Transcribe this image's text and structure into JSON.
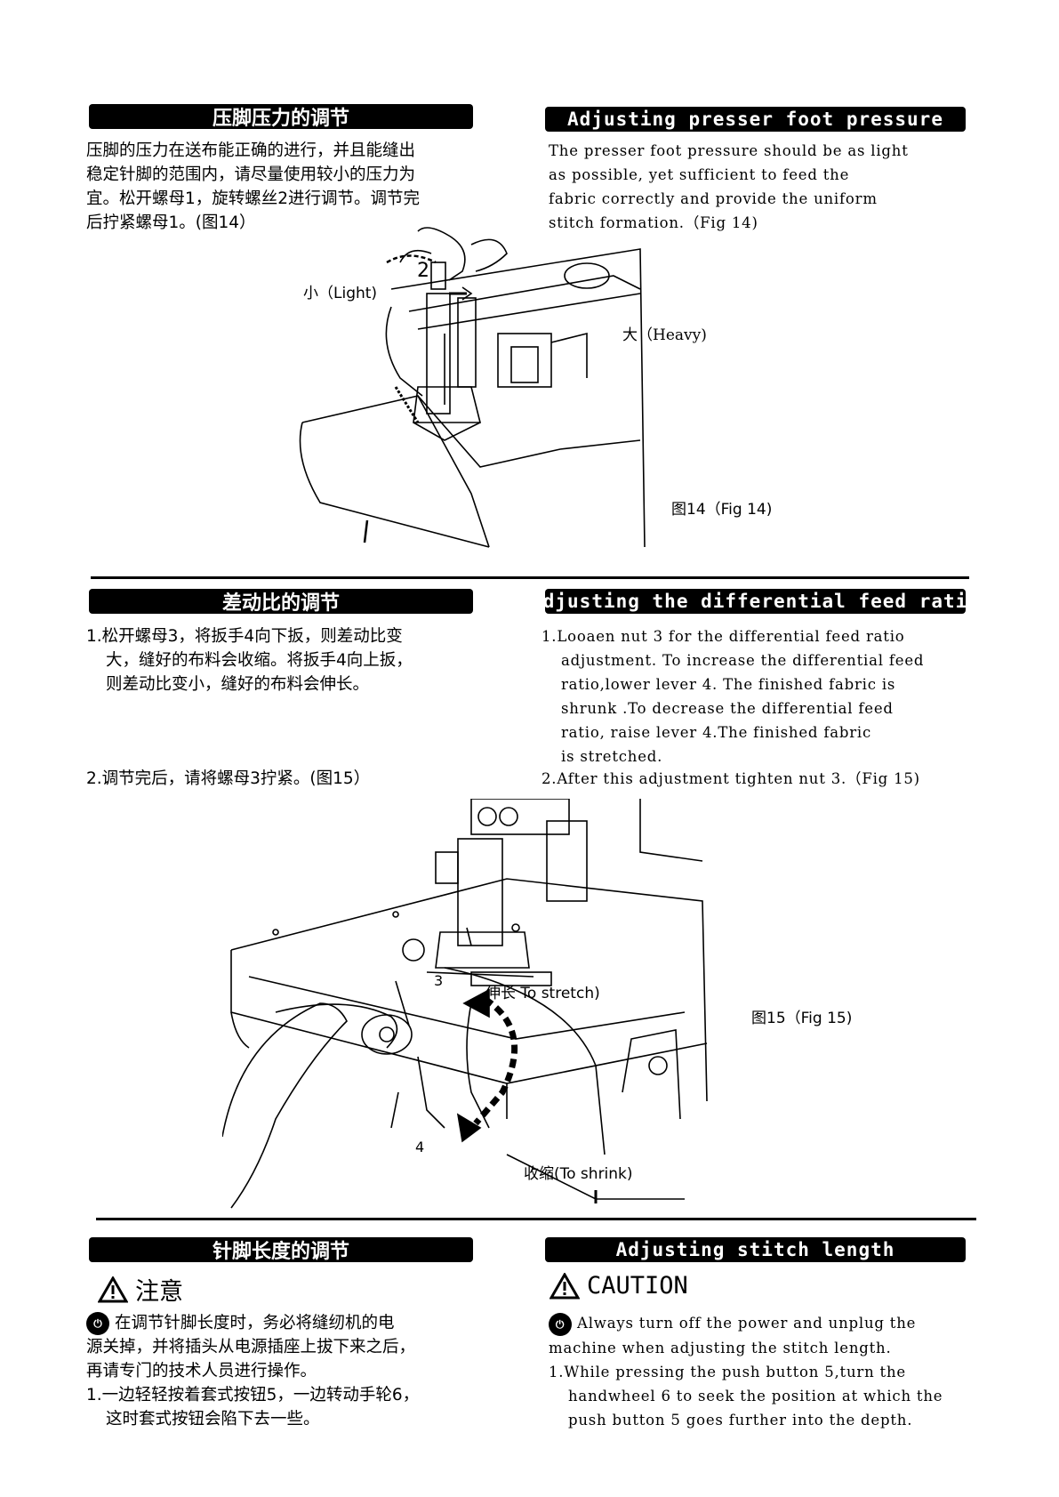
{
  "section1": {
    "zh_title": "压脚压力的调节",
    "en_title": "Adjusting presser foot pressure",
    "zh_lines": [
      "压脚的压力在送布能正确的进行，并且能缝出",
      "稳定针脚的范围内，请尽量使用较小的压力为",
      "宜。松开螺母1，旋转螺丝2进行调节。调节完",
      "后拧紧螺母1。(图14）"
    ],
    "en_lines": [
      "The presser foot pressure should be as light",
      "as possible, yet sufficient to feed the",
      "fabric correctly and provide the uniform",
      "stitch formation.（Fig 14)"
    ],
    "label_light": "小（Light)",
    "label_heavy": "大（Heavy)",
    "label_2": "2",
    "caption": "图14（Fig 14)"
  },
  "section2": {
    "zh_title": "差动比的调节",
    "en_title": "Adjusting the differential feed ratio",
    "zh_lines": [
      "1.松开螺母3，将扳手4向下扳，则差动比变",
      "大，缝好的布料会收缩。将扳手4向上扳，",
      "则差动比变小，缝好的布料会伸长。"
    ],
    "zh_line2": "2.调节完后，请将螺母3拧紧。(图15）",
    "en_lines": [
      "1.Looaen nut 3 for the differential feed ratio",
      "adjustment. To increase the differential feed",
      "ratio,lower lever 4. The finished fabric is",
      "shrunk .To decrease the differential feed",
      "ratio, raise lever 4.The finished fabric",
      "is stretched."
    ],
    "en_line2": "2.After this adjustment tighten nut 3.（Fig 15)",
    "label_stretch": "伸长 To stretch)",
    "label_shrink": "收缩(To shrink)",
    "label_3": "3",
    "label_4": "4",
    "caption": "图15（Fig 15)"
  },
  "section3": {
    "zh_title": "针脚长度的调节",
    "en_title": "Adjusting stitch length",
    "zh_caution": "注意",
    "en_caution": "CAUTION",
    "zh_lines": [
      "在调节针脚长度时，务必将缝纫机的电",
      "源关掉，并将插头从电源插座上拔下来之后，",
      "再请专门的技术人员进行操作。",
      "1.一边轻轻按着套式按钮5，一边转动手轮6，",
      "这时套式按钮会陷下去一些。"
    ],
    "en_lines": [
      "Always turn off the power and unplug the",
      "machine when adjusting the stitch length.",
      "1.While pressing the push button 5,turn the",
      "handwheel 6 to seek the position at which the",
      "push button 5 goes further into the depth."
    ],
    "warning_icon": "unplug-icon"
  }
}
